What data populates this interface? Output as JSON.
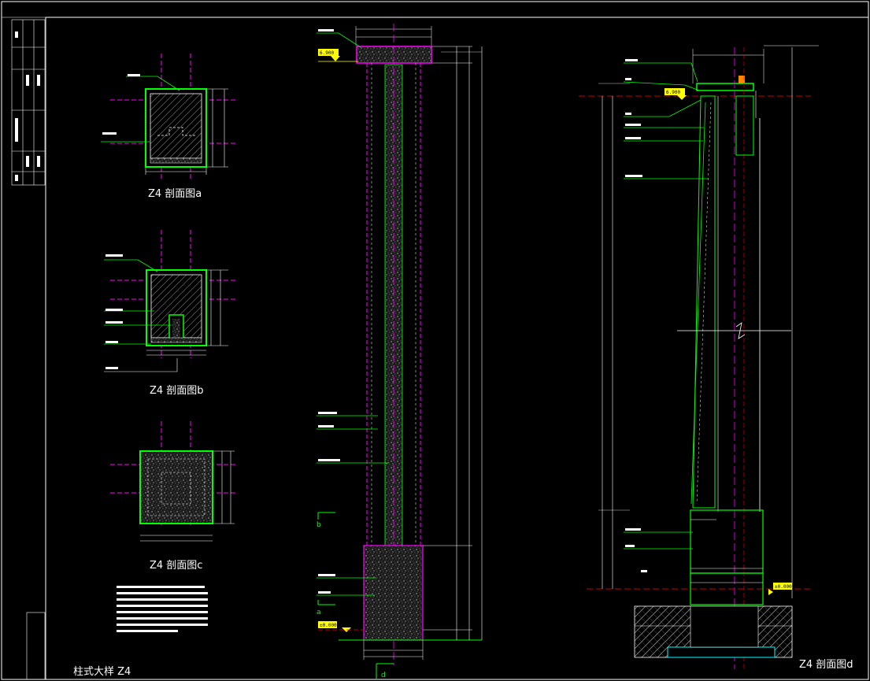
{
  "drawing": {
    "captions": {
      "section_a": "Z4  剖面图a",
      "section_b": "Z4  剖面图b",
      "section_c": "Z4  剖面图c",
      "section_d": "Z4  剖面图d",
      "sheet_title": "柱式大样  Z4"
    },
    "elevations": {
      "top_mid": "6.900",
      "top_right": "6.900",
      "bottom_mid": "±0.000",
      "bottom_right": "±0.000"
    },
    "markers": {
      "cut_b": "b",
      "cut_a": "a",
      "cut_d": "d"
    },
    "colors": {
      "background": "#000000",
      "outline": "#00ff00",
      "axis": "#ff00ff",
      "dimension": "#ffff00",
      "hatch": "#cccccc",
      "text": "#ffffff"
    }
  }
}
